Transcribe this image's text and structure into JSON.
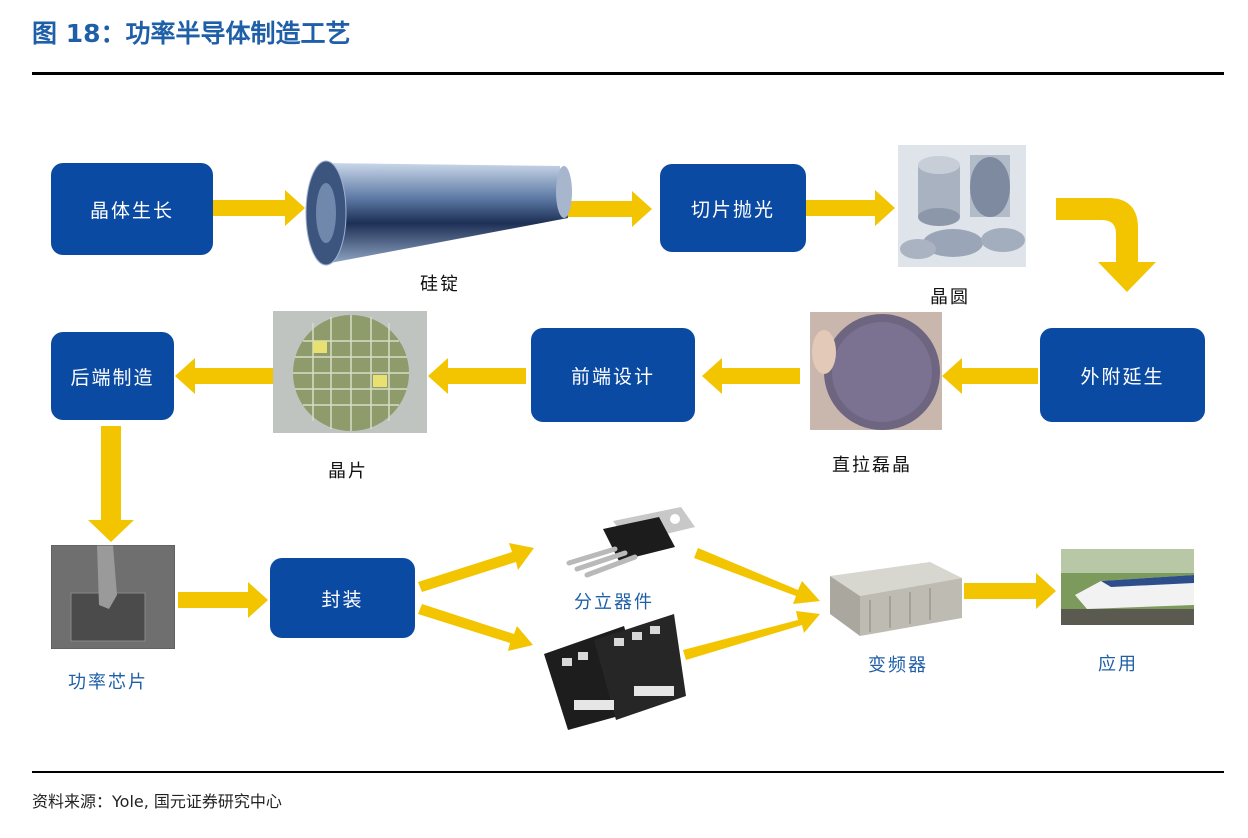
{
  "title": "图 18：功率半导体制造工艺",
  "source": "资料来源：Yole, 国元证券研究中心",
  "boxes": {
    "crystal_growth": "晶体生长",
    "slicing_polishing": "切片抛光",
    "epitaxy": "外附延生",
    "front_end": "前端设计",
    "back_end": "后端制造",
    "packaging": "封装"
  },
  "captions": {
    "ingot": "硅锭",
    "wafer": "晶圆",
    "epi_wafer": "直拉磊晶",
    "die_wafer": "晶片",
    "power_chip": "功率芯片",
    "discrete": "分立器件",
    "inverter": "变频器",
    "application": "应用"
  },
  "icons": [
    "silicon-ingot-image",
    "wafer-discs-image",
    "epi-wafer-image",
    "patterned-wafer-image",
    "power-chip-image",
    "discrete-device-image",
    "power-module-image",
    "inverter-image",
    "bullet-train-image"
  ],
  "colors": {
    "box": "#0b4aa2",
    "arrow": "#f2c500",
    "title": "#1f5fa8"
  }
}
